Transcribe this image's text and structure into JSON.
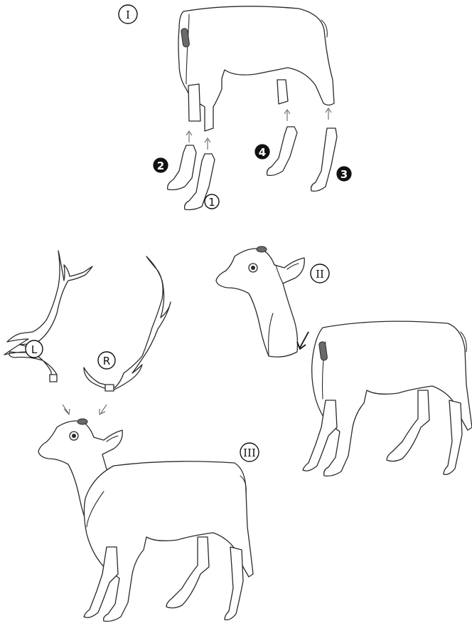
{
  "diagram": {
    "steps": [
      {
        "id": "step-1",
        "label": "I"
      },
      {
        "id": "step-2",
        "label": "II"
      },
      {
        "id": "step-3",
        "label": "III"
      }
    ],
    "leg_numbers": [
      "1",
      "2",
      "3",
      "4"
    ],
    "antlers": {
      "left": "L",
      "right": "R"
    },
    "colors": {
      "line": "#2a2a2a",
      "background": "#ffffff",
      "slot": "#6a6a6a"
    },
    "icons": [
      "body-icon",
      "leg-icon",
      "head-icon",
      "antler-icon",
      "arrow-icon"
    ]
  }
}
